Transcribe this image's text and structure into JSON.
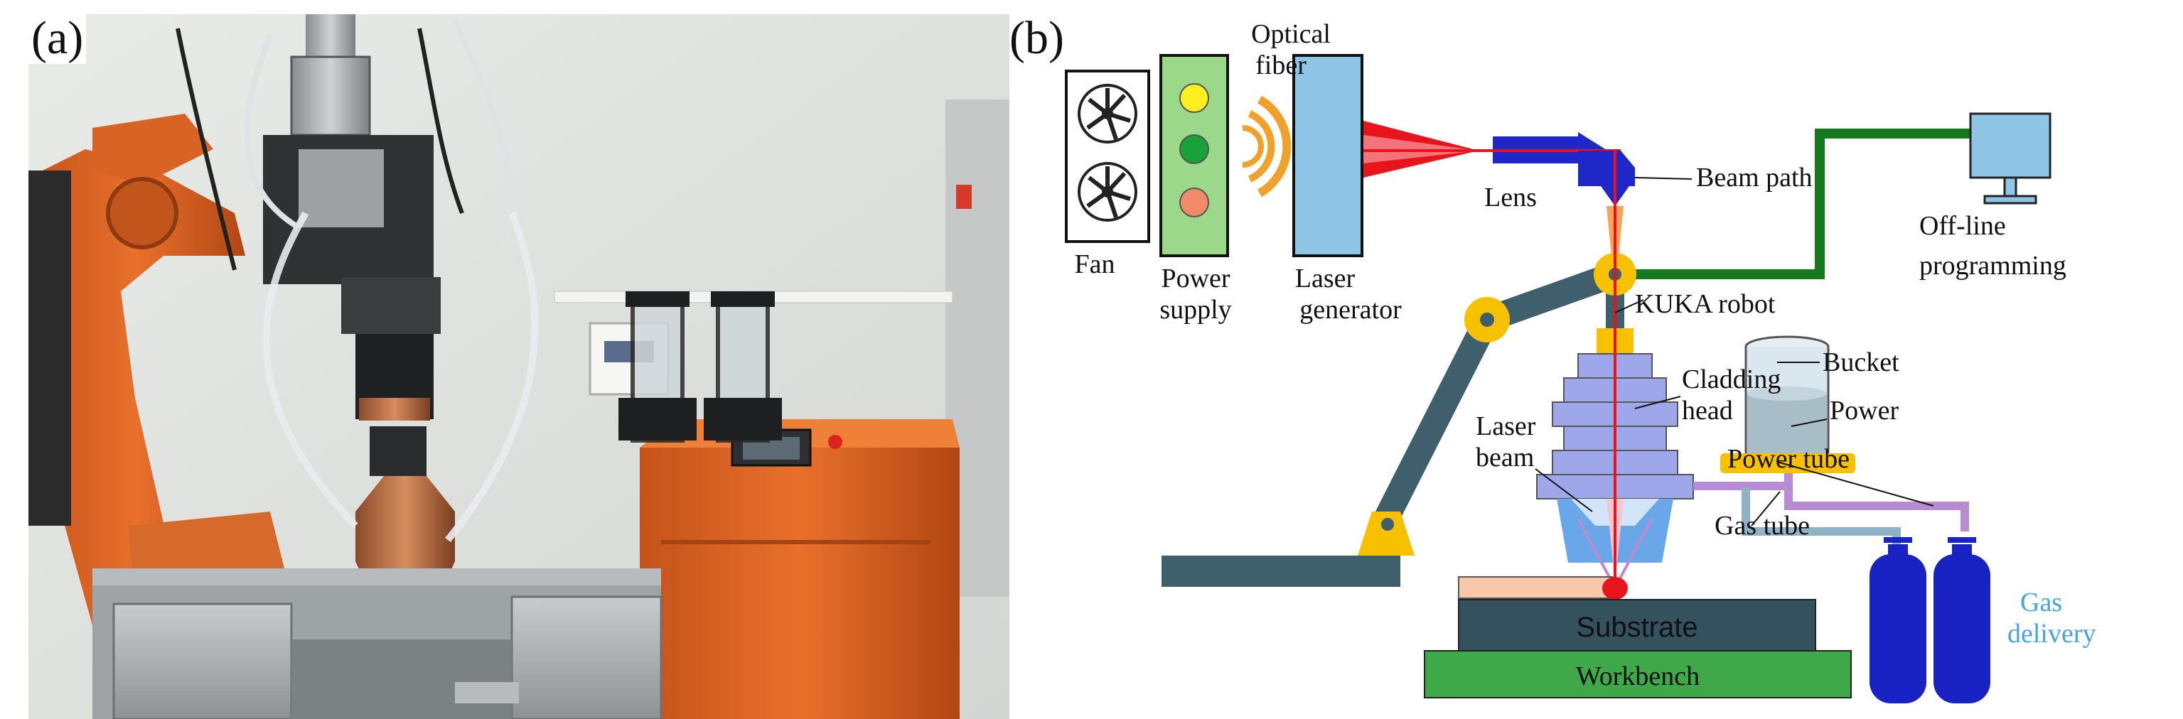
{
  "panel_a": {
    "label": "(a)"
  },
  "panel_b": {
    "label": "(b)",
    "labels": {
      "fan": "Fan",
      "power_supply_1": "Power",
      "power_supply_2": "supply",
      "optical_1": "Optical",
      "optical_2": "fiber",
      "laser_gen_1": "Laser",
      "laser_gen_2": "generator",
      "lens": "Lens",
      "beam_path": "Beam path",
      "offline_1": "Off-line",
      "offline_2": "programming",
      "kuka": "KUKA robot",
      "cladding_1": "Cladding",
      "cladding_2": "head",
      "bucket": "Bucket",
      "power": "Power",
      "laser_beam_1": "Laser",
      "laser_beam_2": "beam",
      "power_tube": "Power tube",
      "gas_tube": "Gas tube",
      "gas_delivery_1": "Gas",
      "gas_delivery_2": "delivery",
      "substrate": "Substrate",
      "workbench": "Workbench"
    },
    "colors": {
      "robot_arm": "#3e5f6b",
      "joint": "#f7c100",
      "laser": "#e8141c",
      "lens": "#1f27c9",
      "cable": "#157a1d",
      "laser_gen": "#8fc6e8",
      "power_supply": "#9bd88a",
      "substrate": "#34515e",
      "workbench": "#3fa94a",
      "cladding": "#9da7ea",
      "gas_tank": "#1923c4",
      "tube_purple": "#b98bd3",
      "tube_grey": "#8fb2c6"
    }
  }
}
